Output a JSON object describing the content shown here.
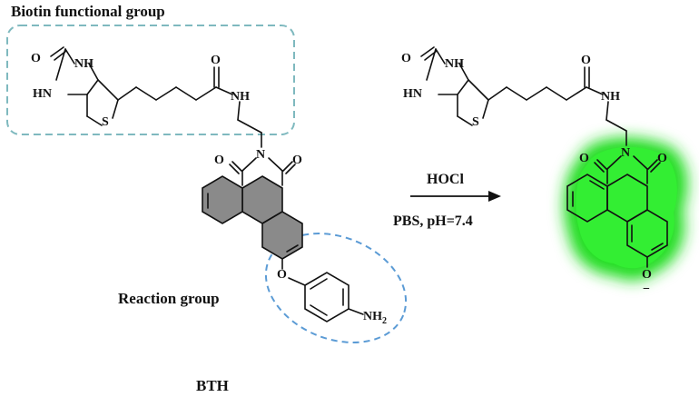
{
  "labels": {
    "biotin_group": "Biotin functional group",
    "reaction_group": "Reaction group",
    "compound_name": "BTH"
  },
  "reaction": {
    "reagent": "HOCl",
    "conditions": "PBS,  pH=7.4"
  },
  "atoms": {
    "O": "O",
    "NH": "NH",
    "HN": "HN",
    "S": "S",
    "N": "N",
    "NH2_main": "NH",
    "NH2_sub": "2",
    "O_minus": "−"
  },
  "colors": {
    "biotin_box": "#7fb9bf",
    "reaction_ellipse": "#5b9bd5",
    "naphthalimide_fill": "#8a8a8a",
    "product_glow": "#22dd22"
  }
}
